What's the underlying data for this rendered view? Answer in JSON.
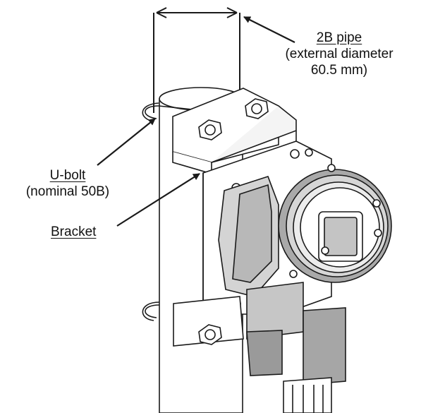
{
  "labels": {
    "pipe_title": "2B pipe",
    "pipe_detail_line1": "(external diameter",
    "pipe_detail_line2": "60.5 mm)",
    "ubolt_title": "U-bolt",
    "ubolt_detail": "(nominal 50B)",
    "bracket_title": "Bracket"
  },
  "colors": {
    "line": "#1a1a1a",
    "body_fill": "#d8d8d8",
    "body_dark": "#8a8a8a",
    "window": "#bcbcbc"
  }
}
